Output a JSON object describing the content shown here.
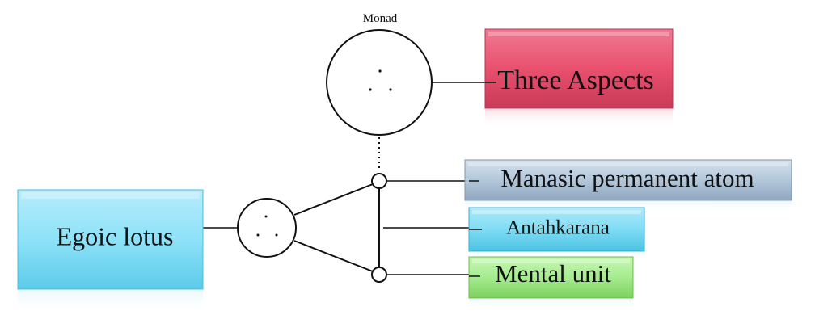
{
  "diagram": {
    "monad_label": "Monad",
    "boxes": {
      "three_aspects": {
        "label": "Three Aspects",
        "color": "#e8506e"
      },
      "manasic_atom": {
        "label": "Manasic permanent atom",
        "color": "#b3c7db"
      },
      "antahkarana": {
        "label": "Antahkarana",
        "color": "#7fdcf4"
      },
      "mental_unit": {
        "label": "Mental unit",
        "color": "#a6ec8e"
      },
      "egoic_lotus": {
        "label": "Egoic lotus",
        "color": "#8ee2f8"
      }
    }
  }
}
